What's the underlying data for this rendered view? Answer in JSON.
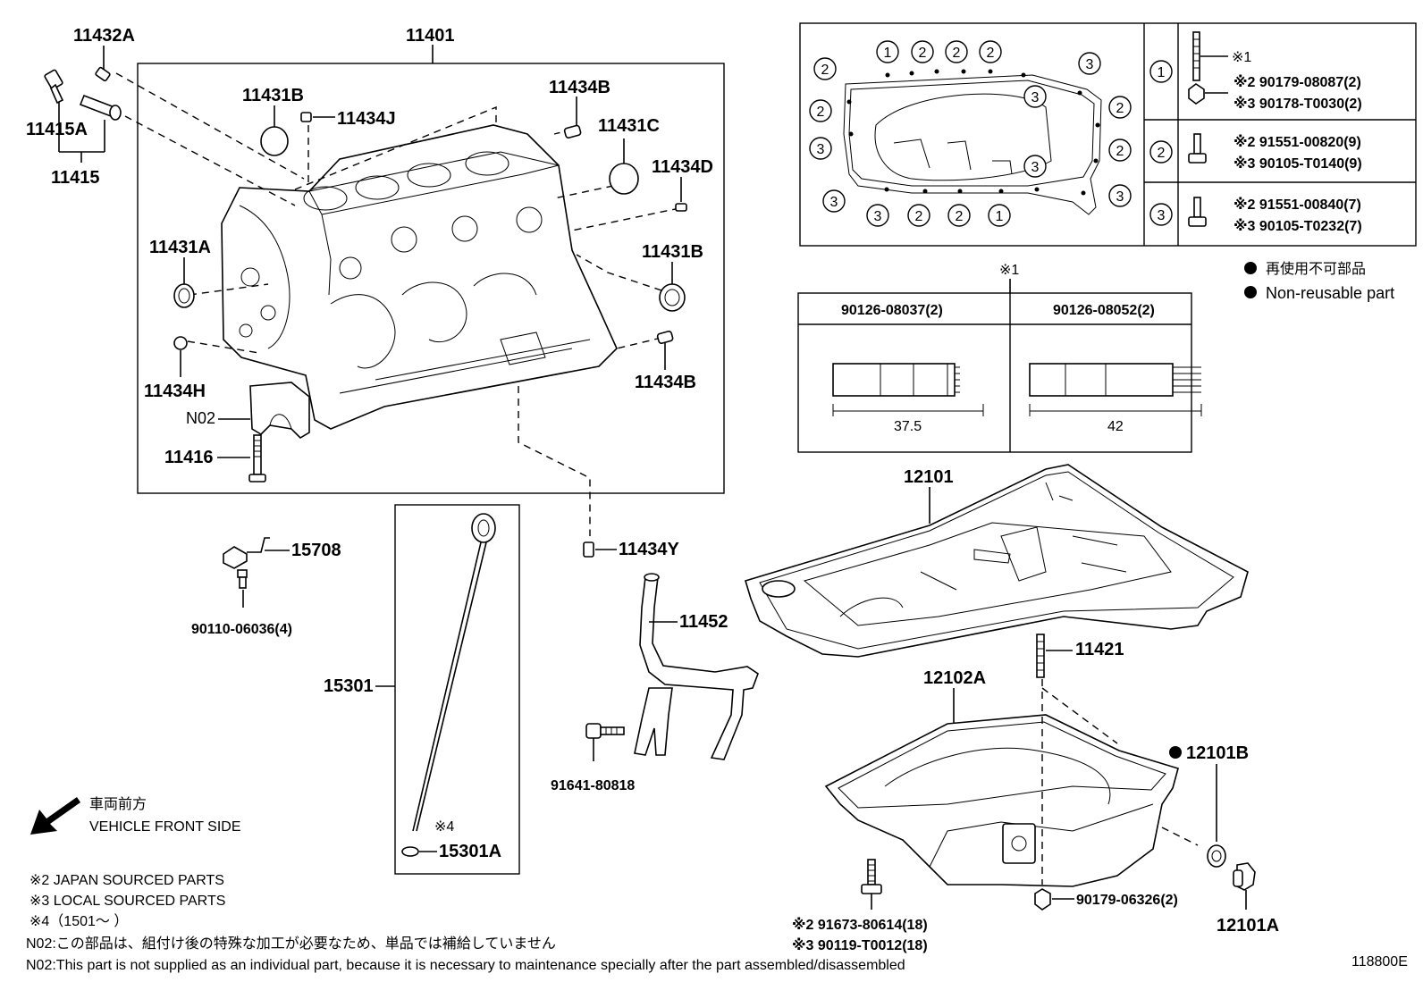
{
  "labels": {
    "p11432A": "11432A",
    "p11401": "11401",
    "p11415A": "11415A",
    "p11415": "11415",
    "p11431B_top": "11431B",
    "p11434J": "11434J",
    "p11434B_top": "11434B",
    "p11431C": "11431C",
    "p11434D": "11434D",
    "p11431A": "11431A",
    "p11431B_right": "11431B",
    "p11434H": "11434H",
    "p11434B_bottom": "11434B",
    "pN02": "N02",
    "p11416": "11416",
    "p15708": "15708",
    "p90110": "90110-06036(4)",
    "p15301": "15301",
    "p11434Y": "11434Y",
    "p11452": "11452",
    "p91641": "91641-80818",
    "p12101": "12101",
    "p11421": "11421",
    "p12102A": "12102A",
    "p12101B": "12101B",
    "p90179_06326": "90179-06326(2)",
    "p12101A": "12101A",
    "p15301A": "15301A",
    "note4_mark": "※4",
    "p91673": "※2 91673-80614(18)",
    "p90119": "※3 90119-T0012(18)"
  },
  "bolt_table": {
    "rows": [
      {
        "id": "1",
        "mark1": "※1",
        "line2": "※2  90179-08087(2)",
        "line3": "※3  90178-T0030(2)"
      },
      {
        "id": "2",
        "line2": "※2  91551-00820(9)",
        "line3": "※3  90105-T0140(9)"
      },
      {
        "id": "3",
        "line2": "※2  91551-00840(7)",
        "line3": "※3  90105-T0232(7)"
      }
    ],
    "map_circles_top": [
      "1",
      "2",
      "2",
      "2"
    ],
    "map_circles_bottom": [
      "3",
      "3",
      "2",
      "2",
      "1"
    ]
  },
  "legend": {
    "jp": "再使用不可部品",
    "en": "Non-reusable part"
  },
  "stud_table": {
    "ref": "※1",
    "col1_head": "90126-08037(2)",
    "col2_head": "90126-08052(2)",
    "col1_dim": "37.5",
    "col2_dim": "42"
  },
  "front": {
    "jp": "車両前方",
    "en": "VEHICLE FRONT SIDE"
  },
  "notes": {
    "n2": "※2 JAPAN SOURCED PARTS",
    "n3": "※3 LOCAL SOURCED PARTS",
    "n4": "※4（1501～        ）",
    "n02_jp": "N02:この部品は、組付け後の特殊な加工が必要なため、単品では補給していません",
    "n02_en": "N02:This part is not supplied as an individual part, because it is necessary to maintenance specially after the part assembled/disassembled"
  },
  "figure_id": "118800E"
}
